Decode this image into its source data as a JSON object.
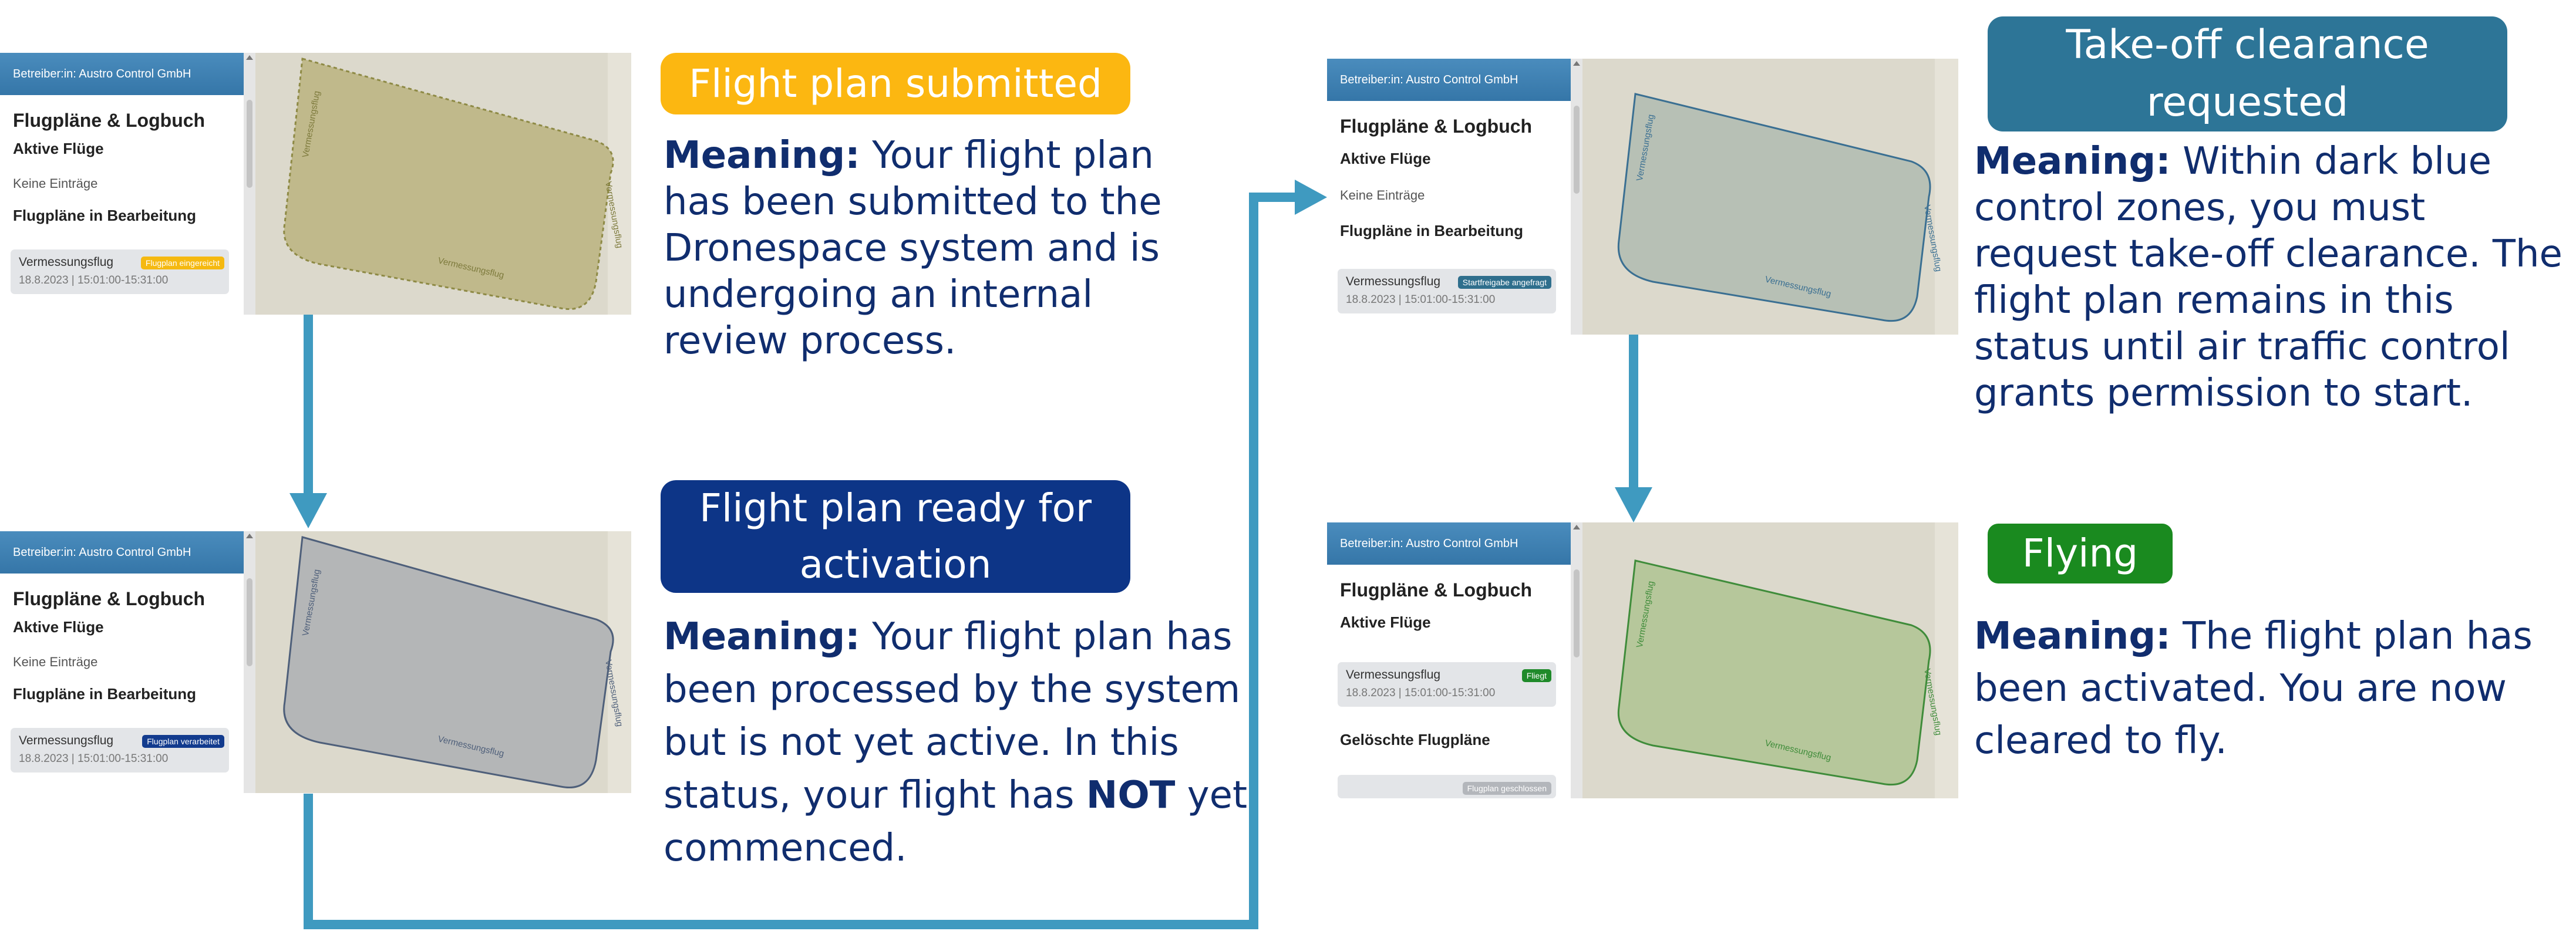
{
  "app": {
    "operator": "Betreiber:in: Austro Control GmbH",
    "title": "Flugpläne & Logbuch",
    "active_flights": "Aktive Flüge",
    "no_entries": "Keine Einträge",
    "in_progress": "Flugpläne in Bearbeitung",
    "deleted": "Gelöschte Flugpläne",
    "flight_name": "Vermessungsflug",
    "flight_time": "18.8.2023 | 15:01:00-15:31:00",
    "map_label": "Vermessungsflug"
  },
  "badges": {
    "submitted": "Flugplan eingereicht",
    "processed": "Flugplan verarbeitet",
    "takeoff": "Startfreigabe angefragt",
    "flying": "Fliegt",
    "closed": "Flugplan geschlossen"
  },
  "statuses": {
    "submitted": {
      "title": "Flight plan submitted",
      "meaning_label": "Meaning:",
      "text": "Your flight plan has been submitted to the Dronespace system and is undergoing an internal review process.",
      "color": "#fcb711"
    },
    "ready": {
      "title_line1": "Flight plan ready for",
      "title_line2": "activation",
      "meaning_label": "Meaning:",
      "text1": "Your flight plan has been processed by the system but is not yet active. In this status, your flight has",
      "not": "NOT",
      "text2": "yet commenced.",
      "color": "#0d3587"
    },
    "takeoff": {
      "title_line1": "Take-off clearance",
      "title_line2": "requested",
      "meaning_label": "Meaning:",
      "text": "Within dark blue control zones, you must request take-off clearance. The flight plan remains in this status until air traffic control grants permission to start.",
      "color": "#2d7597"
    },
    "flying": {
      "title": "Flying",
      "meaning_label": "Meaning:",
      "text": "The flight plan has been activated. You are now cleared to fly.",
      "color": "#1a8a1f"
    }
  },
  "colors": {
    "arrow": "#3f9ac0",
    "header": "#3d7fb1",
    "map_bg": "#dcd9cc",
    "zone_submitted": "#c0b98b",
    "zone_processed": "#b4b6b7",
    "zone_takeoff": "#b7c0b5",
    "zone_flying": "#b6c79b"
  }
}
